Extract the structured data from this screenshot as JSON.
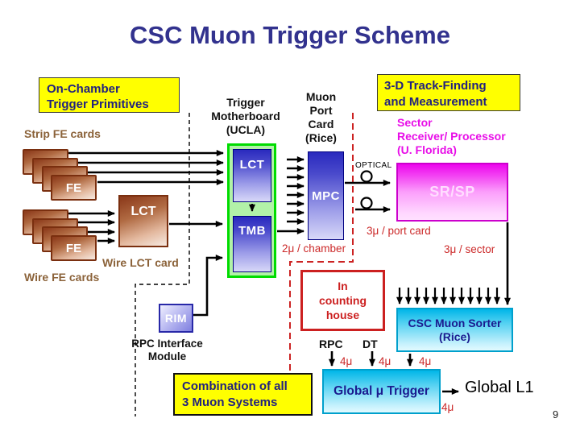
{
  "title": "CSC Muon Trigger Scheme",
  "page_number": "9",
  "colors": {
    "title_navy": "#32328E",
    "box_text_navy": "#22227E",
    "yellow": "#FFFF00",
    "red": "#CC2A2A",
    "magenta": "#E80EE8",
    "brown_label": "#8B6239",
    "green_border": "#00DC00",
    "cyan_border": "#00A0CC",
    "blue_box_top": "#2A2ABE",
    "fe_card_brown": "#8F3E1E"
  },
  "yellow_boxes": {
    "on_chamber": {
      "line1": "On-Chamber",
      "line2": "Trigger Primitives"
    },
    "track_finding": {
      "line1": "3-D Track-Finding",
      "line2": "and Measurement"
    },
    "combination": {
      "line1": "Combination of all",
      "line2": "3 Muon Systems"
    }
  },
  "labels": {
    "strip_fe_cards": "Strip FE cards",
    "wire_fe_cards": "Wire FE cards",
    "wire_lct_card": "Wire LCT card",
    "trigger_motherboard": {
      "line1": "Trigger",
      "line2": "Motherboard",
      "line3": "(UCLA)"
    },
    "muon_port_card": {
      "line1": "Muon",
      "line2": "Port",
      "line3": "Card",
      "line4": "(Rice)"
    },
    "sector_processor": {
      "line1": "Sector",
      "line2": "Receiver/ Processor",
      "line3": "(U. Florida)"
    },
    "optical": "OPTICAL",
    "rpc_interface": {
      "line1": "RPC Interface",
      "line2": "Module"
    },
    "rpc": "RPC",
    "dt": "DT",
    "global_l1": "Global L1",
    "two_mu_chamber": "2μ  / chamber",
    "three_mu_port_card": "3μ  / port card",
    "three_mu_sector": "3μ  / sector",
    "four_mu": "4μ"
  },
  "nodes": {
    "fe": "FE",
    "lct": "LCT",
    "tmb": "TMB",
    "mpc": "MPC",
    "srsp": "SR/SP",
    "rim": "RIM",
    "in_counting_house": {
      "line1": "In",
      "line2": "counting",
      "line3": "house"
    },
    "csc_muon_sorter": {
      "line1": "CSC Muon Sorter",
      "line2": "(Rice)"
    },
    "global_mu_trigger": "Global μ Trigger"
  }
}
